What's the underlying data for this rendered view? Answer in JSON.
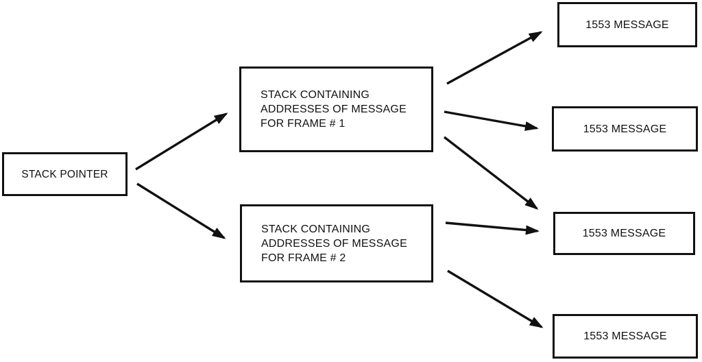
{
  "diagram": {
    "stack_pointer": {
      "label": "STACK POINTER"
    },
    "frame_stacks": [
      {
        "label": "STACK CONTAINING\nADDRESSES OF MESSAGE\nFOR FRAME # 1"
      },
      {
        "label": "STACK CONTAINING\nADDRESSES OF MESSAGE\nFOR FRAME # 2"
      }
    ],
    "messages": [
      {
        "label": "1553 MESSAGE"
      },
      {
        "label": "1553 MESSAGE"
      },
      {
        "label": "1553 MESSAGE"
      },
      {
        "label": "1553 MESSAGE"
      }
    ],
    "connections": [
      {
        "from": "stack-pointer",
        "to": "frame1-stack"
      },
      {
        "from": "stack-pointer",
        "to": "frame2-stack"
      },
      {
        "from": "frame1-stack",
        "to": "msg1"
      },
      {
        "from": "frame1-stack",
        "to": "msg2"
      },
      {
        "from": "frame1-stack",
        "to": "msg3"
      },
      {
        "from": "frame2-stack",
        "to": "msg3"
      },
      {
        "from": "frame2-stack",
        "to": "msg4"
      }
    ],
    "colors": {
      "line": "#111111",
      "background": "#ffffff",
      "text": "#111111"
    }
  }
}
